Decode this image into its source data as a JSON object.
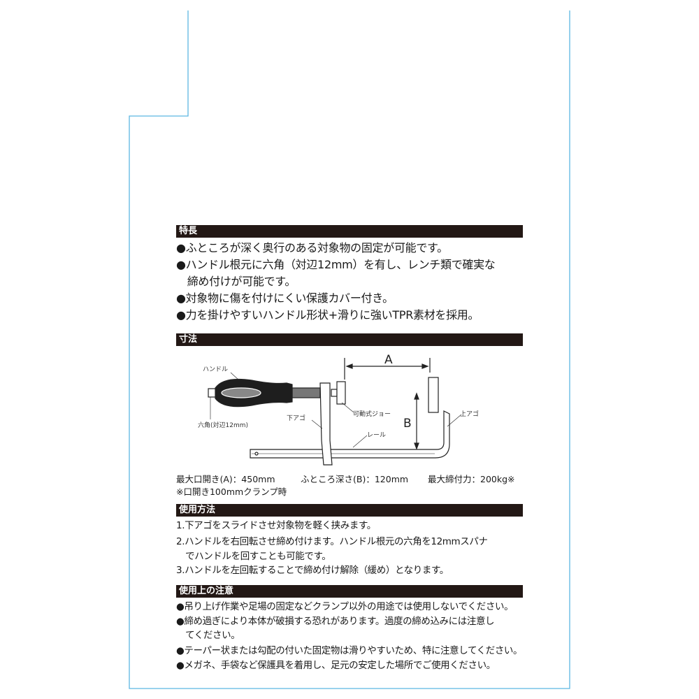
{
  "colors": {
    "dieline": "#5cb6e2",
    "header_bg": "#231815",
    "header_text": "#ffffff"
  },
  "features": {
    "title": "特長",
    "items": [
      "●ふところが深く奥行のある対象物の固定が可能です。",
      "●ハンドル根元に六角（対辺12mm）を有し、レンチ類で確実な",
      "　締め付けが可能です。",
      "●対象物に傷を付けにくい保護カバー付き。",
      "●力を掛けやすいハンドル形状+滑りに強いTPR素材を採用。"
    ]
  },
  "dimensions": {
    "title": "寸法",
    "diagram": {
      "handle": "ハンドル",
      "hex": "六角(対辺12mm)",
      "lower_jaw": "下アゴ",
      "movable_jaw": "可動式ジョー",
      "rail": "レール",
      "upper_jaw": "上アゴ",
      "a": "A",
      "b": "B"
    },
    "specs": [
      "最大口開き(A)：450mm",
      "ふところ深さ(B)：120mm",
      "最大締付力：200kg※"
    ],
    "note": "※口開き100mmクランプ時"
  },
  "usage": {
    "title": "使用方法",
    "items": [
      "1.下アゴをスライドさせ対象物を軽く挟みます。",
      "2.ハンドルを右回転させ締め付けます。ハンドル根元の六角を12mmスパナ",
      "　でハンドルを回すことも可能です。",
      "3.ハンドルを左回転することで締め付け解除（緩め）となります。"
    ]
  },
  "cautions": {
    "title": "使用上の注意",
    "items": [
      "●吊り上げ作業や足場の固定などクランプ以外の用途では使用しないでください。",
      "●締め過ぎにより本体が破損する恐れがあります。過度の締め込みには注意し",
      "　てください。",
      "●テーパー状または勾配の付いた固定物は滑りやすいため、特に注意してください。",
      "●メガネ、手袋など保護具を着用し、足元の安定した場所でご使用ください。"
    ]
  }
}
